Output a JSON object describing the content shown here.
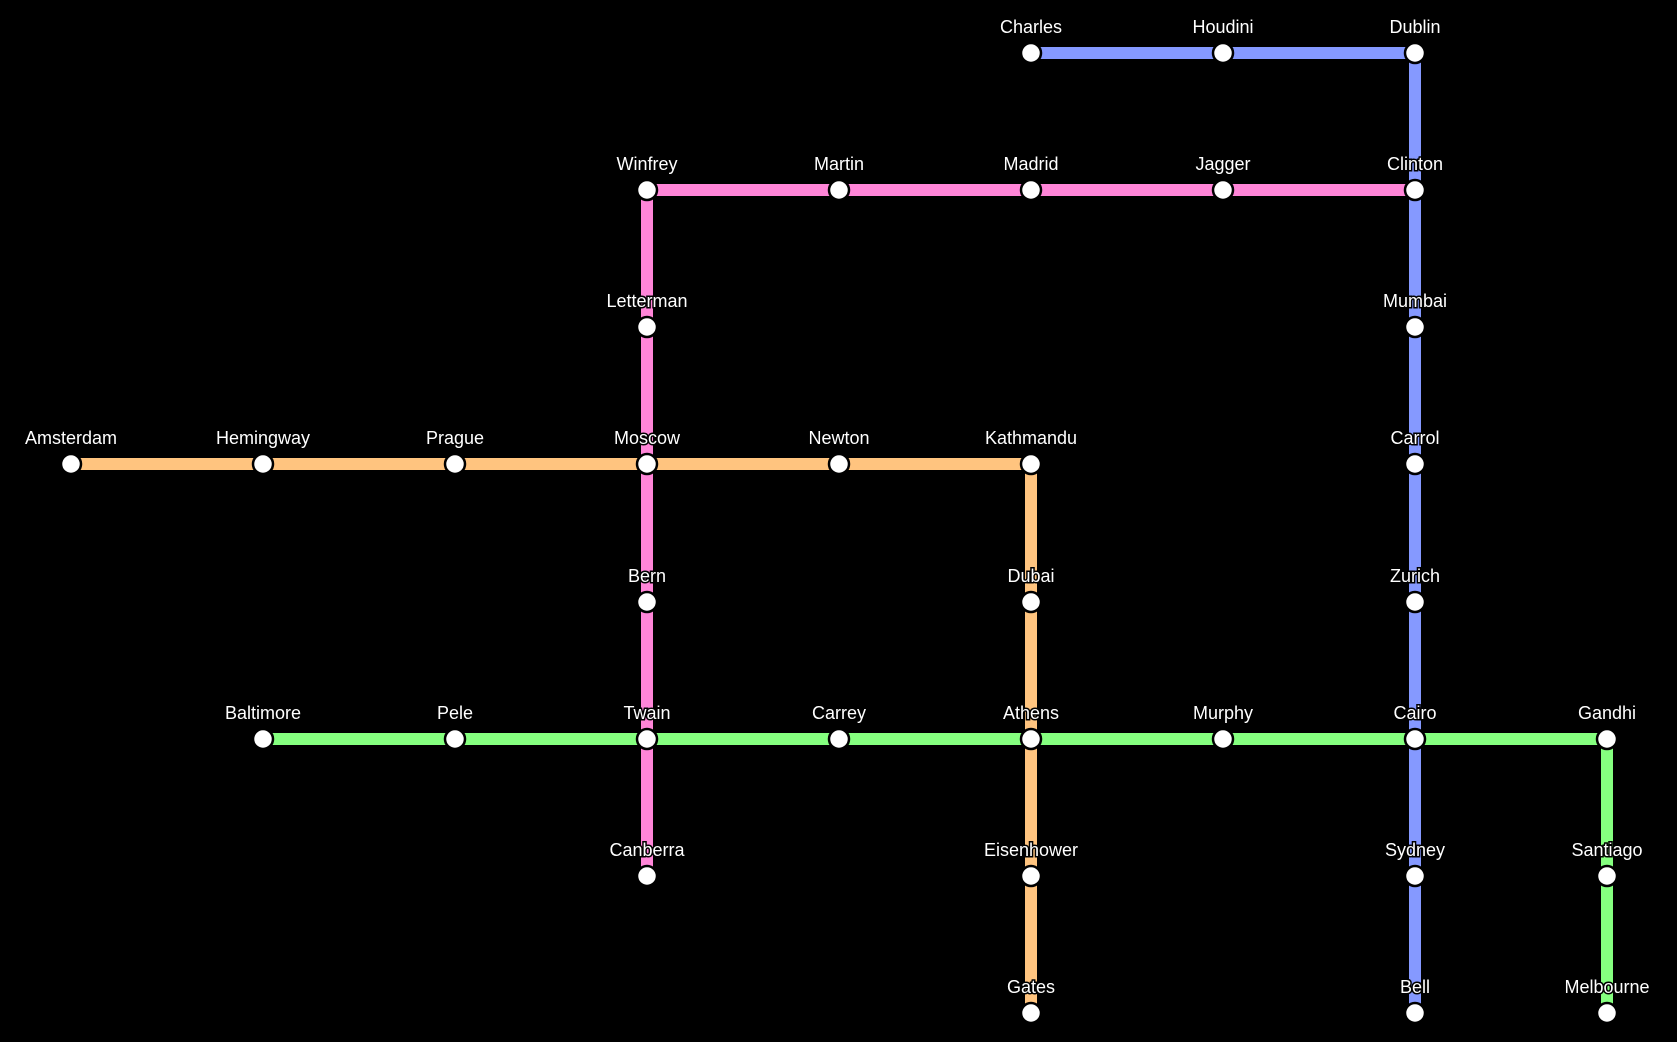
{
  "background": "#000000",
  "lines": [
    {
      "id": "blue",
      "color": "#8599ff",
      "stations": [
        "Charles",
        "Houdini",
        "Dublin",
        "Clinton",
        "Mumbai",
        "Carrol",
        "Zurich",
        "Cairo",
        "Sydney",
        "Bell"
      ]
    },
    {
      "id": "pink",
      "color": "#ff85d8",
      "stations": [
        "Clinton",
        "Jagger",
        "Madrid",
        "Martin",
        "Winfrey",
        "Letterman",
        "Moscow",
        "Bern",
        "Twain",
        "Canberra"
      ]
    },
    {
      "id": "orange",
      "color": "#ffc47f",
      "stations": [
        "Amsterdam",
        "Hemingway",
        "Prague",
        "Moscow",
        "Newton",
        "Kathmandu",
        "Dubai",
        "Athens",
        "Eisenhower",
        "Gates"
      ]
    },
    {
      "id": "green",
      "color": "#85ff7f",
      "stations": [
        "Baltimore",
        "Pele",
        "Twain",
        "Carrey",
        "Athens",
        "Murphy",
        "Cairo",
        "Gandhi",
        "Santiago",
        "Melbourne"
      ]
    }
  ],
  "stations": [
    {
      "name": "Charles"
    },
    {
      "name": "Houdini"
    },
    {
      "name": "Dublin"
    },
    {
      "name": "Winfrey"
    },
    {
      "name": "Martin"
    },
    {
      "name": "Madrid"
    },
    {
      "name": "Jagger"
    },
    {
      "name": "Clinton"
    },
    {
      "name": "Letterman"
    },
    {
      "name": "Mumbai"
    },
    {
      "name": "Amsterdam"
    },
    {
      "name": "Hemingway"
    },
    {
      "name": "Prague"
    },
    {
      "name": "Moscow"
    },
    {
      "name": "Newton"
    },
    {
      "name": "Kathmandu"
    },
    {
      "name": "Carrol"
    },
    {
      "name": "Bern"
    },
    {
      "name": "Dubai"
    },
    {
      "name": "Zurich"
    },
    {
      "name": "Baltimore"
    },
    {
      "name": "Pele"
    },
    {
      "name": "Twain"
    },
    {
      "name": "Carrey"
    },
    {
      "name": "Athens"
    },
    {
      "name": "Murphy"
    },
    {
      "name": "Cairo"
    },
    {
      "name": "Gandhi"
    },
    {
      "name": "Canberra"
    },
    {
      "name": "Eisenhower"
    },
    {
      "name": "Sydney"
    },
    {
      "name": "Santiago"
    },
    {
      "name": "Gates"
    },
    {
      "name": "Bell"
    },
    {
      "name": "Melbourne"
    }
  ]
}
